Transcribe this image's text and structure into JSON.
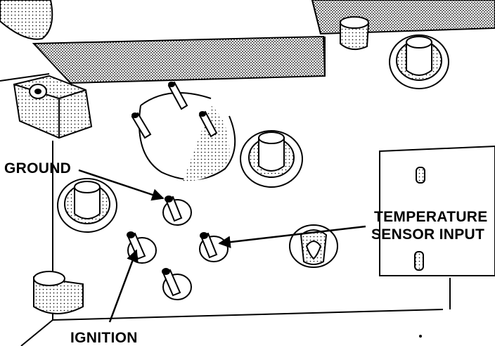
{
  "labels": {
    "ground": "GROUND",
    "temperature_line1": "TEMPERATURE",
    "temperature_line2": "SENSOR INPUT",
    "ignition": "IGNITION"
  },
  "colors": {
    "ink": "#000000",
    "paper": "#ffffff",
    "shade": "#9a9a9a",
    "light_shade": "#cfcfcf"
  }
}
